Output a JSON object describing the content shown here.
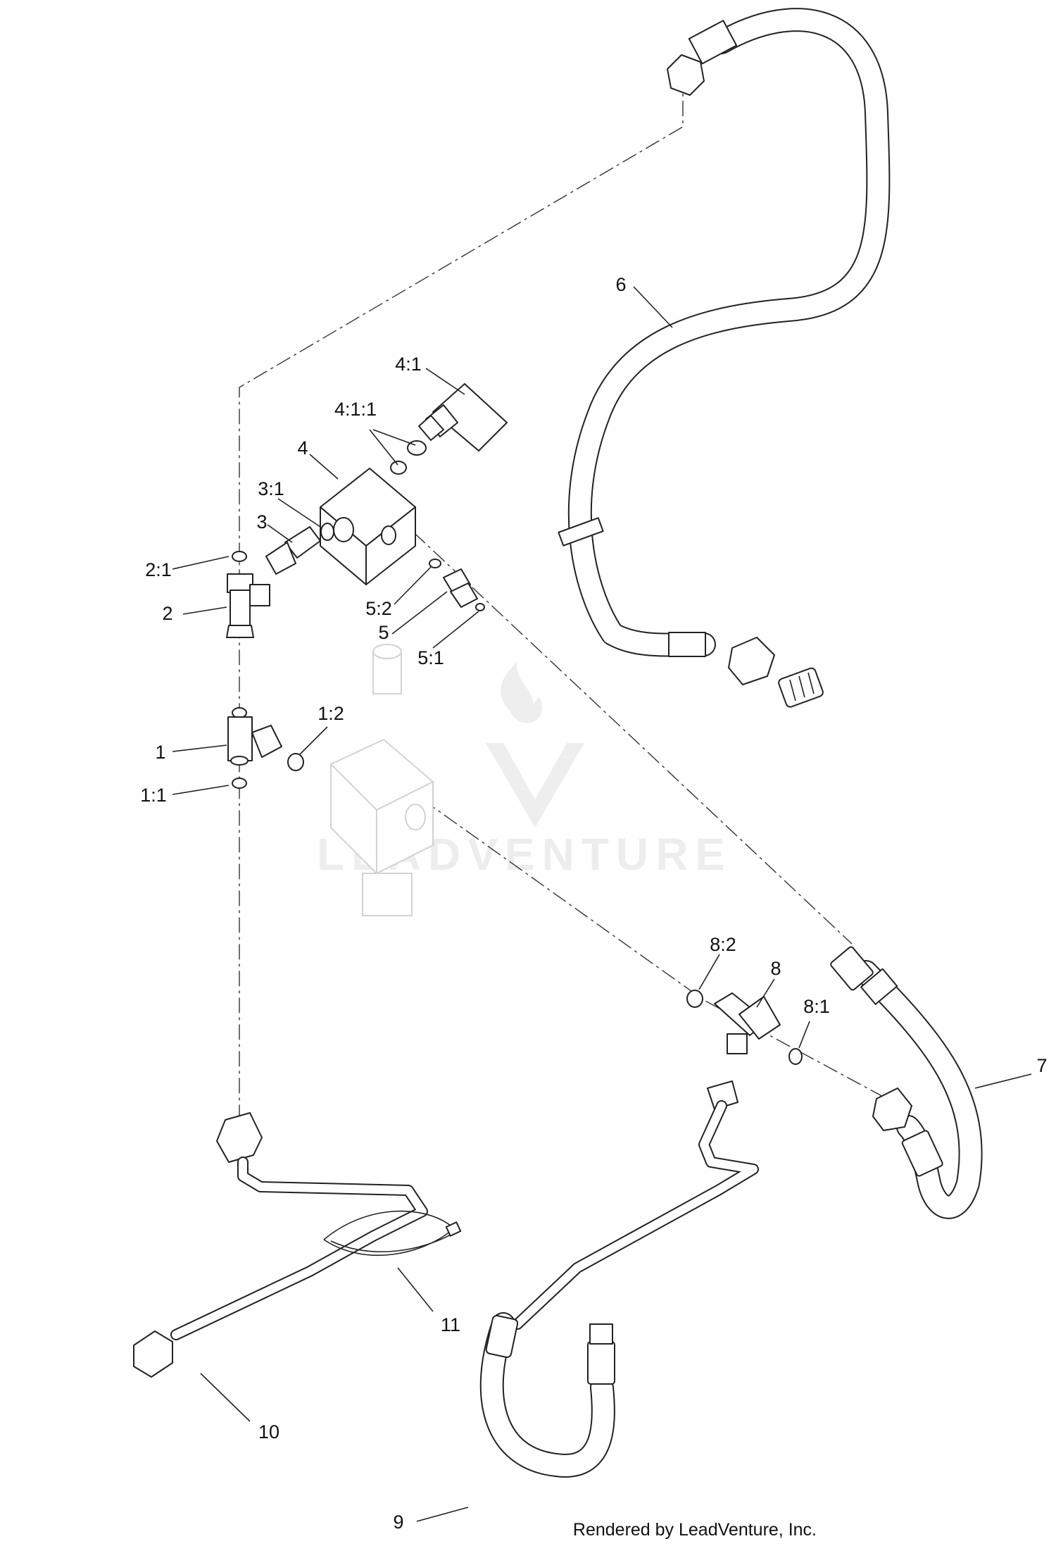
{
  "diagram": {
    "callouts": [
      "6",
      "4:1",
      "4:1:1",
      "4",
      "3:1",
      "3",
      "2:1",
      "2",
      "5:2",
      "5",
      "5:1",
      "1",
      "1:2",
      "1:1",
      "8:2",
      "8",
      "8:1",
      "7",
      "11",
      "10",
      "9"
    ],
    "watermark": "LEADVENTURE",
    "credit": "Rendered by LeadVenture, Inc."
  }
}
